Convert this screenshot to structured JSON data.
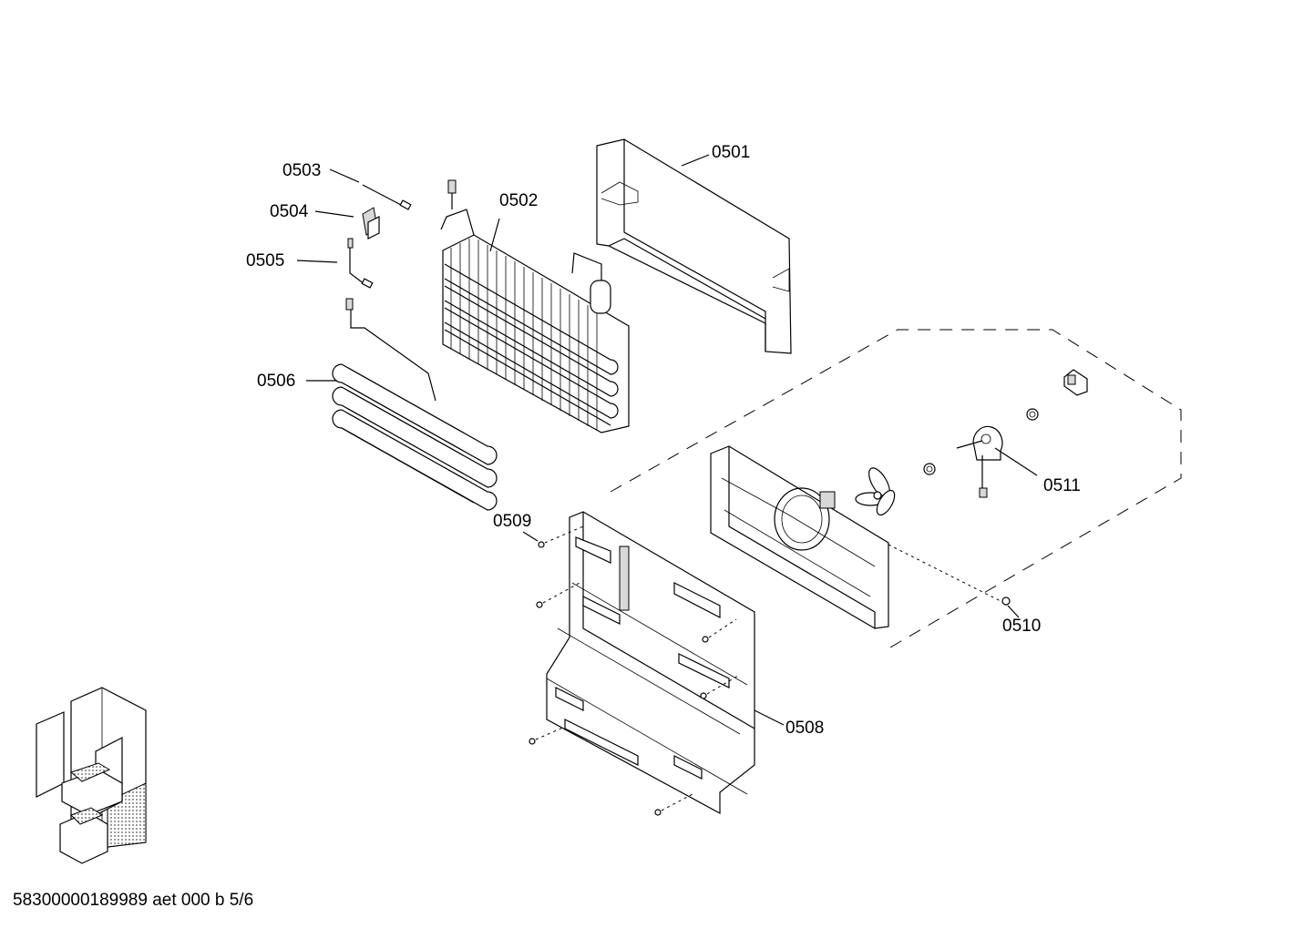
{
  "document_id": "58300000189989 aet 000 b 5/6",
  "callouts": {
    "p0501": "0501",
    "p0502": "0502",
    "p0503": "0503",
    "p0504": "0504",
    "p0505": "0505",
    "p0506": "0506",
    "p0508": "0508",
    "p0509": "0509",
    "p0510": "0510",
    "p0511": "0511"
  }
}
